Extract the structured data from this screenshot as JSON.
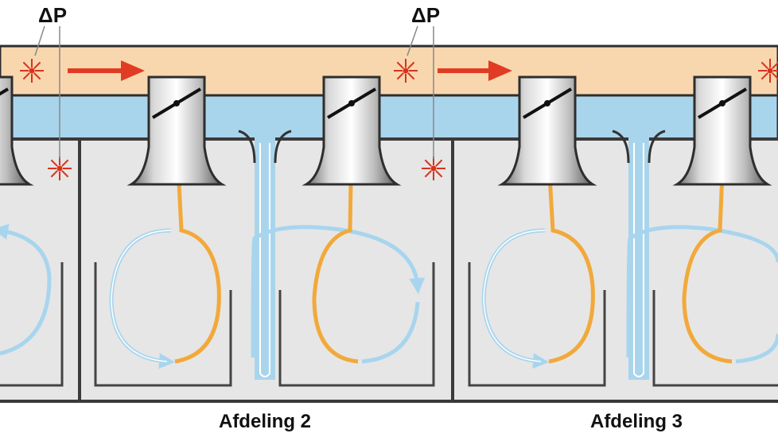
{
  "diagram": {
    "pressure_labels": [
      {
        "text": "ΔP"
      },
      {
        "text": "ΔP"
      }
    ],
    "compartment_labels": [
      {
        "text": "Afdeling 2"
      },
      {
        "text": "Afdeling 3"
      }
    ],
    "colors": {
      "duct_orange": "#f8d7ae",
      "duct_blue": "#a9d5ec",
      "room_gray": "#e6e6e6",
      "wall_dark": "#3a3a3a",
      "flow_orange": "#f2a93b",
      "flow_blue": "#a8d5ee",
      "arrow_red": "#e23b23",
      "sensor_red": "#d8331e"
    },
    "icons": [
      "pressure-sensor-icon",
      "airflow-arrow-icon",
      "exhaust-valve-icon"
    ]
  }
}
